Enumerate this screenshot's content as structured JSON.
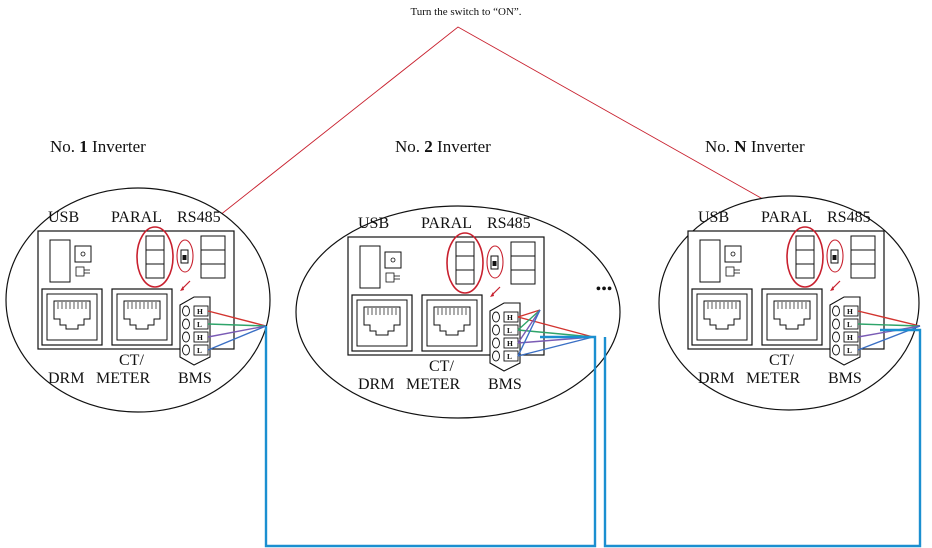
{
  "annotation": "Turn the switch to “ON”.",
  "ellipsis": "•••",
  "inverters": [
    {
      "prefix": "No. ",
      "number": "1",
      "suffix": " Inverter",
      "ports": {
        "usb": "USB",
        "paral": "PARAL",
        "rs485": "RS485",
        "drm": "DRM",
        "ct_line1": "CT/",
        "ct_line2": "METER",
        "bms": "BMS"
      },
      "pin_labels": [
        "H",
        "L",
        "H",
        "L"
      ]
    },
    {
      "prefix": "No. ",
      "number": "2",
      "suffix": " Inverter",
      "ports": {
        "usb": "USB",
        "paral": "PARAL",
        "rs485": "RS485",
        "drm": "DRM",
        "ct_line1": "CT/",
        "ct_line2": "METER",
        "bms": "BMS"
      },
      "pin_labels": [
        "H",
        "L",
        "H",
        "L"
      ]
    },
    {
      "prefix": "No. ",
      "number": "N",
      "suffix": " Inverter",
      "ports": {
        "usb": "USB",
        "paral": "PARAL",
        "rs485": "RS485",
        "drm": "DRM",
        "ct_line1": "CT/",
        "ct_line2": "METER",
        "bms": "BMS"
      },
      "pin_labels": [
        "H",
        "L",
        "H",
        "L"
      ]
    }
  ],
  "colors": {
    "annotation_line": "#c8202e",
    "highlight_ellipse": "#c8202e",
    "cable_blue": "#1b8fd0",
    "wire_red": "#d2342f",
    "wire_green": "#2ea46a",
    "wire_purple": "#7a5bb5",
    "wire_blue": "#3a6fc4"
  }
}
